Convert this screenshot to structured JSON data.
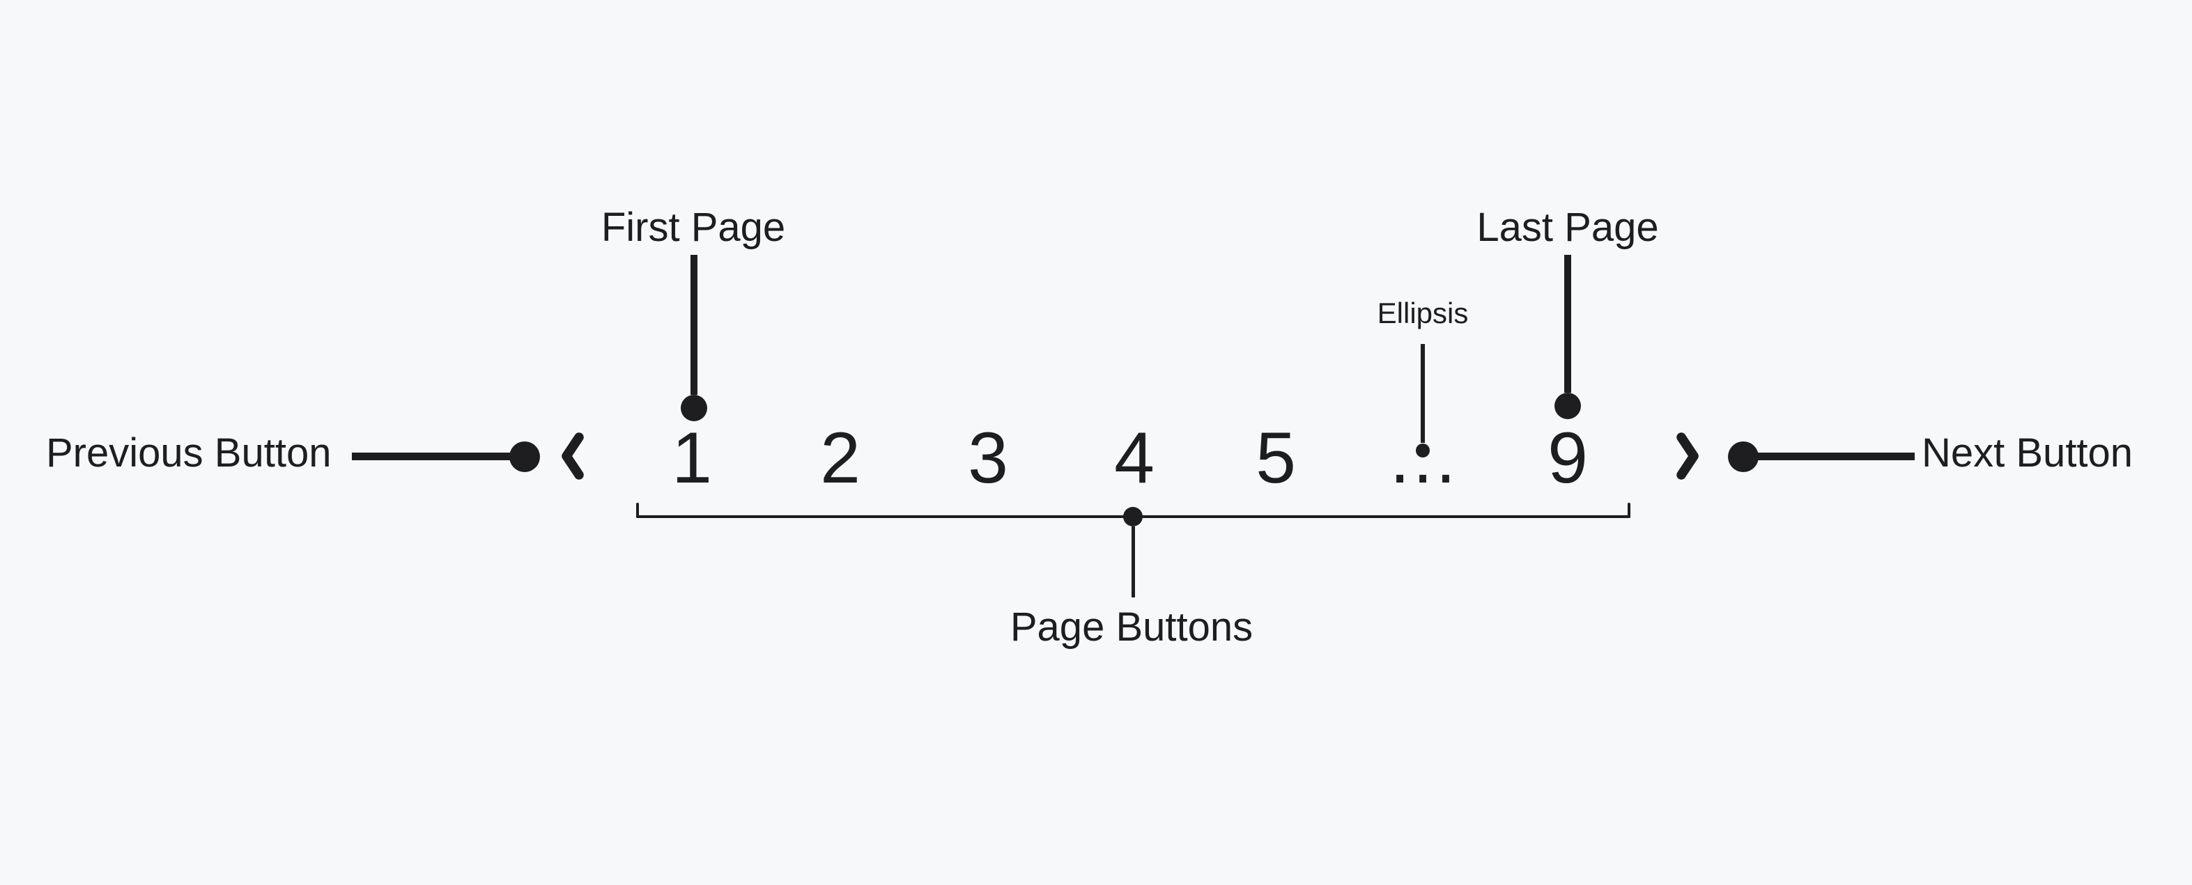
{
  "colors": {
    "background": "#f7f8f9",
    "ink": "#1e1e20"
  },
  "labels": {
    "previous_button": "Previous Button",
    "next_button": "Next Button",
    "first_page": "First Page",
    "last_page": "Last Page",
    "ellipsis": "Ellipsis",
    "page_buttons": "Page Buttons"
  },
  "pagination": {
    "prev_icon": "chevron-left",
    "next_icon": "chevron-right",
    "pages": [
      "1",
      "2",
      "3",
      "4",
      "5",
      "…",
      "9"
    ]
  }
}
